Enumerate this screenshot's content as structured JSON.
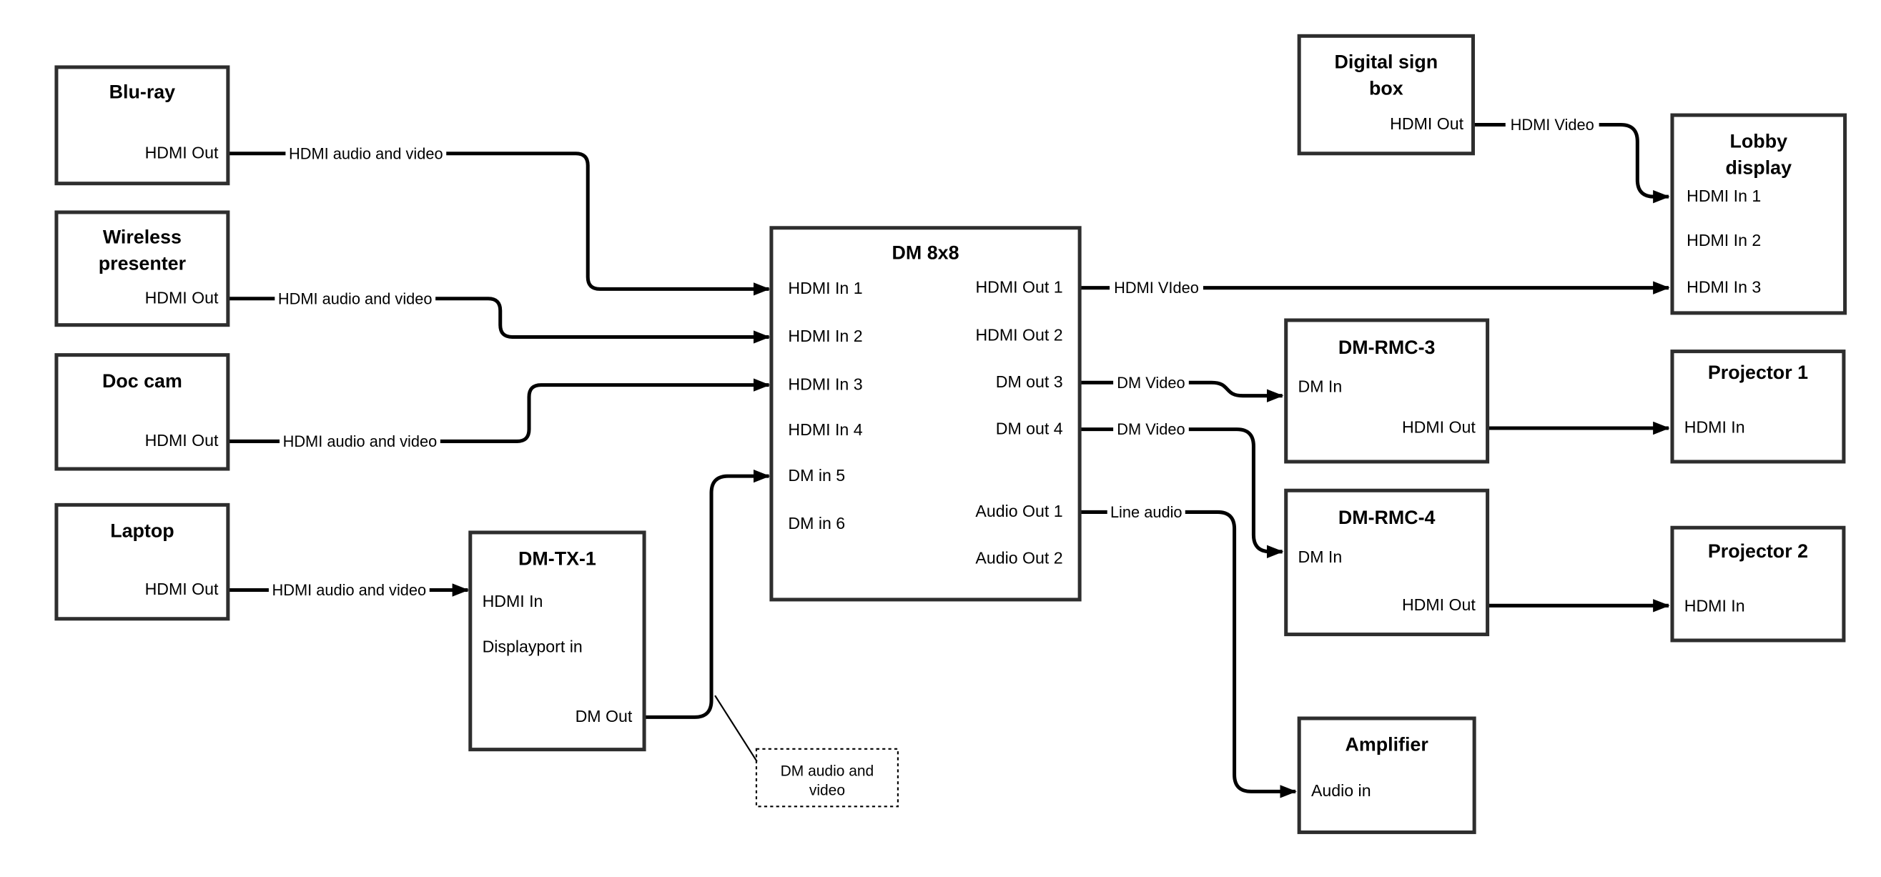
{
  "diagram": {
    "colors": {
      "wire": "#000000",
      "box_border": "#2e2e2e",
      "text": "#000000",
      "label_bg": "#ffffff",
      "background": "#ffffff"
    },
    "nodes": {
      "bluray": {
        "title": "Blu-ray",
        "ports": {
          "out": "HDMI Out"
        }
      },
      "wireless": {
        "title_line1": "Wireless",
        "title_line2": "presenter",
        "ports": {
          "out": "HDMI Out"
        }
      },
      "doccam": {
        "title": "Doc cam",
        "ports": {
          "out": "HDMI Out"
        }
      },
      "laptop": {
        "title": "Laptop",
        "ports": {
          "out": "HDMI Out"
        }
      },
      "dmtx1": {
        "title": "DM-TX-1",
        "ports": {
          "hdmi_in": "HDMI In",
          "displayport_in": "Displayport in",
          "dm_out": "DM Out"
        }
      },
      "dm8x8": {
        "title": "DM 8x8",
        "ports": {
          "in1": "HDMI In 1",
          "in2": "HDMI In 2",
          "in3": "HDMI In 3",
          "in4": "HDMI In 4",
          "in5": "DM in 5",
          "in6": "DM in 6",
          "out1": "HDMI Out 1",
          "out2": "HDMI Out 2",
          "out3": "DM out 3",
          "out4": "DM out 4",
          "audio1": "Audio Out 1",
          "audio2": "Audio Out 2"
        }
      },
      "digital_sign": {
        "title_line1": "Digital sign",
        "title_line2": "box",
        "ports": {
          "out": "HDMI Out"
        }
      },
      "lobby": {
        "title_line1": "Lobby",
        "title_line2": "display",
        "ports": {
          "in1": "HDMI In 1",
          "in2": "HDMI In 2",
          "in3": "HDMI In 3"
        }
      },
      "dmrmc3": {
        "title": "DM-RMC-3",
        "ports": {
          "dm_in": "DM In",
          "hdmi_out": "HDMI Out"
        }
      },
      "projector1": {
        "title": "Projector 1",
        "ports": {
          "hdmi_in": "HDMI In"
        }
      },
      "dmrmc4": {
        "title": "DM-RMC-4",
        "ports": {
          "dm_in": "DM In",
          "hdmi_out": "HDMI Out"
        }
      },
      "projector2": {
        "title": "Projector 2",
        "ports": {
          "hdmi_in": "HDMI In"
        }
      },
      "amplifier": {
        "title": "Amplifier",
        "ports": {
          "audio_in": "Audio in"
        }
      }
    },
    "edge_labels": {
      "bluray_to_dm8x8": "HDMI audio and video",
      "wireless_to_dm8x8": "HDMI audio and video",
      "doccam_to_dm8x8": "HDMI audio and video",
      "laptop_to_dmtx1": "HDMI audio and video",
      "dm8x8_out1_to_lobby": "HDMI VIdeo",
      "digital_sign_to_lobby": "HDMI Video",
      "dm8x8_out3_to_dmrmc3": "DM Video",
      "dm8x8_out4_to_dmrmc4": "DM Video",
      "dm8x8_audio1_to_amplifier": "Line audio"
    },
    "annotation": {
      "line1": "DM audio and",
      "line2": "video"
    }
  }
}
